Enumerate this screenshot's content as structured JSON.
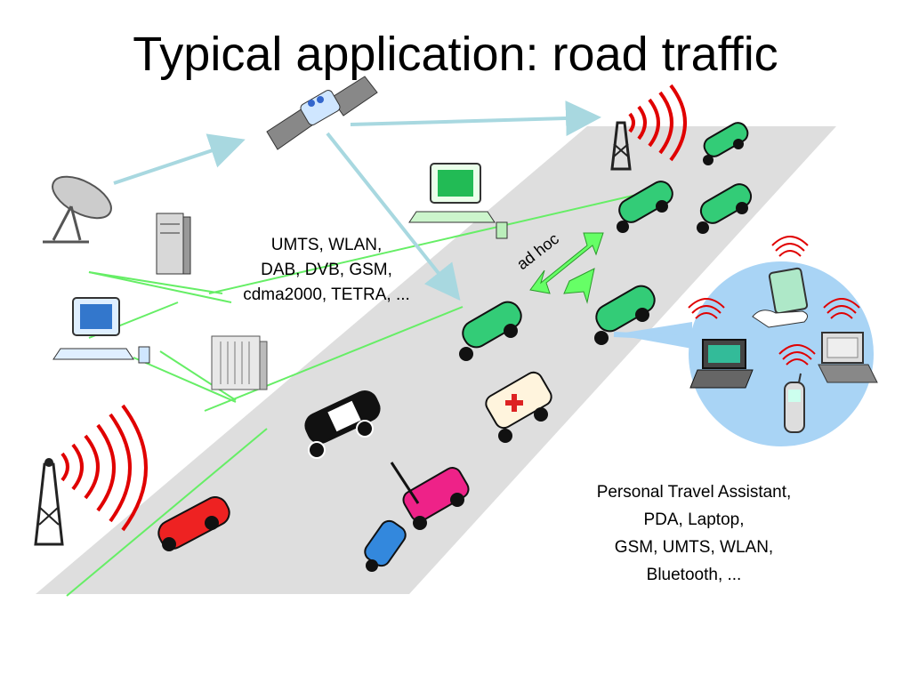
{
  "title": "Typical application: road traffic",
  "networks_text": [
    "UMTS, WLAN,",
    "DAB, DVB, GSM,",
    "cdma2000, TETRA, ..."
  ],
  "devices_text": [
    "Personal Travel Assistant,",
    "PDA, Laptop,",
    "GSM, UMTS, WLAN,",
    "Bluetooth, ..."
  ],
  "adhoc_label": "ad hoc",
  "colors": {
    "road": "#dedede",
    "link_green": "#66ee66",
    "link_blue": "#a8d8e0",
    "device_circle": "#a9d4f5",
    "signal_red": "#e00000",
    "car_green": "#33cc77",
    "car_red": "#ee2222",
    "car_magenta": "#ee2288",
    "car_blue": "#3388dd",
    "adhoc_arrow": "#66ff66"
  }
}
